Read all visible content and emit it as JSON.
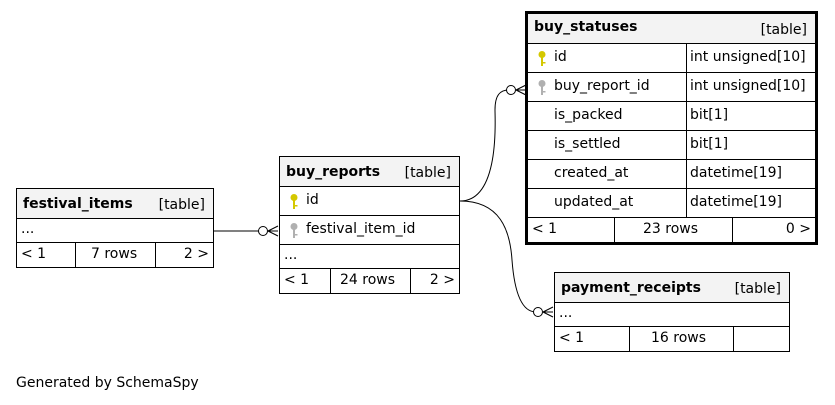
{
  "tables": {
    "buy_statuses": {
      "name": "buy_statuses",
      "type": "[table]",
      "columns": [
        {
          "name": "id",
          "type": "int unsigned[10]",
          "key": "primary"
        },
        {
          "name": "buy_report_id",
          "type": "int unsigned[10]",
          "key": "foreign"
        },
        {
          "name": "is_packed",
          "type": "bit[1]",
          "key": ""
        },
        {
          "name": "is_settled",
          "type": "bit[1]",
          "key": ""
        },
        {
          "name": "created_at",
          "type": "datetime[19]",
          "key": ""
        },
        {
          "name": "updated_at",
          "type": "datetime[19]",
          "key": ""
        }
      ],
      "footer": {
        "prev": "< 1",
        "rows": "23 rows",
        "next": "0 >"
      }
    },
    "buy_reports": {
      "name": "buy_reports",
      "type": "[table]",
      "columns": [
        {
          "name": "id",
          "key": "primary"
        },
        {
          "name": "festival_item_id",
          "key": "foreign"
        }
      ],
      "ellipsis": "...",
      "footer": {
        "prev": "< 1",
        "rows": "24 rows",
        "next": "2 >"
      }
    },
    "festival_items": {
      "name": "festival_items",
      "type": "[table]",
      "ellipsis": "...",
      "footer": {
        "prev": "< 1",
        "rows": "7 rows",
        "next": "2 >"
      }
    },
    "payment_receipts": {
      "name": "payment_receipts",
      "type": "[table]",
      "ellipsis": "...",
      "footer": {
        "prev": "< 1",
        "rows": "16 rows",
        "next": ""
      }
    }
  },
  "colors": {
    "primary_key": "#d4c800",
    "foreign_key": "#b0b0b0",
    "header_bg": "#f3f3f3"
  },
  "credit": "Generated by SchemaSpy"
}
